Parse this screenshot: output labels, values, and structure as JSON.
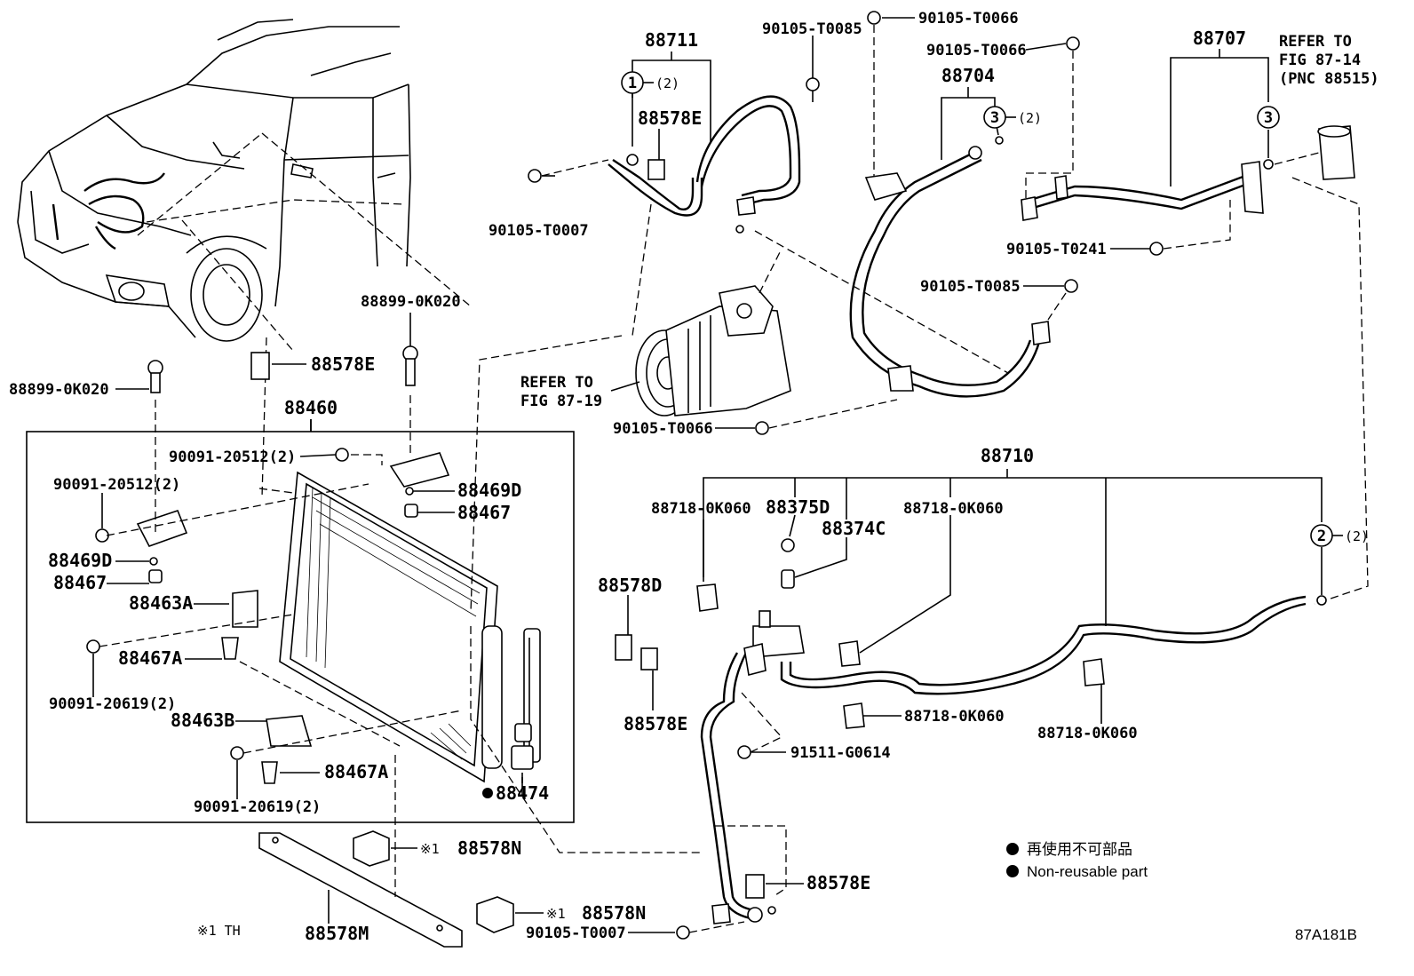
{
  "labels": {
    "p88711": "88711",
    "p90105_T0085_top": "90105-T0085",
    "p90105_T0066_top": "90105-T0066",
    "p90105_T0066_b": "90105-T0066",
    "p88704": "88704",
    "p88707": "88707",
    "refer_87_14_a": "REFER TO",
    "refer_87_14_b": "FIG 87-14",
    "refer_87_14_c": "(PNC 88515)",
    "p88578E_top": "88578E",
    "p90105_T0007_top": "90105-T0007",
    "p90105_T0241": "90105-T0241",
    "p90105_T0085_mid": "90105-T0085",
    "p88899_0K020_a": "88899-0K020",
    "p88578E_mid": "88578E",
    "p88899_0K020_b": "88899-0K020",
    "refer_87_19_a": "REFER TO",
    "refer_87_19_b": "FIG 87-19",
    "p90105_T0066_c": "90105-T0066",
    "p88460": "88460",
    "p88710": "88710",
    "p90091_20512_a": "90091-20512(2)",
    "p90091_20512_b": "90091-20512(2)",
    "p88469D_a": "88469D",
    "p88467_a": "88467",
    "p88469D_b": "88469D",
    "p88467_b": "88467",
    "p88463A": "88463A",
    "p88467A_a": "88467A",
    "p90091_20619_a": "90091-20619(2)",
    "p88463B": "88463B",
    "p88467A_b": "88467A",
    "p90091_20619_b": "90091-20619(2)",
    "p88474": "88474",
    "p88718_a": "88718-0K060",
    "p88375D": "88375D",
    "p88374C": "88374C",
    "p88718_b": "88718-0K060",
    "p88578D": "88578D",
    "p88578E_low": "88578E",
    "p88718_c": "88718-0K060",
    "p88718_d": "88718-0K060",
    "p91511_G0614": "91511-G0614",
    "p88578E_bot": "88578E",
    "p88578N_a": "88578N",
    "p88578N_b": "88578N",
    "note1_a": "※1",
    "note1_b": "※1",
    "p88578M": "88578M",
    "note_th": "※1 TH",
    "p90105_T0007_bot": "90105-T0007",
    "fig_code": "87A181B",
    "circle1": "1",
    "circle1_qty": "(2)",
    "circle2": "2",
    "circle2_qty": "(2)",
    "circle3a": "3",
    "circle3a_qty": "(2)",
    "circle3b": "3"
  },
  "legend": {
    "jp": "再使用不可部品",
    "en": "Non-reusable part"
  }
}
